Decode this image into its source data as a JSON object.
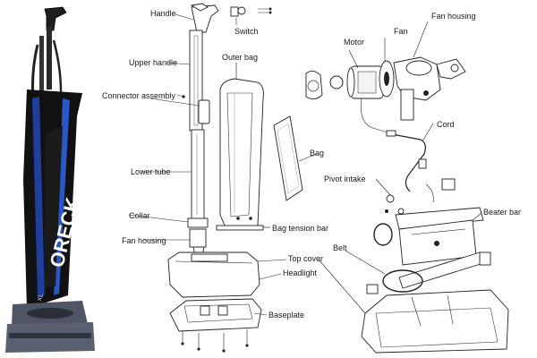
{
  "photo": {
    "brand_text": "ORECK",
    "model_text": "XL"
  },
  "labels": {
    "handle": "Handle",
    "switch": "Switch",
    "upper_handle": "Upper handle",
    "outer_bag": "Outer bag",
    "motor": "Motor",
    "fan": "Fan",
    "fan_housing_top": "Fan housing",
    "connector_assembly": "Connector assembly",
    "bag": "Bag",
    "cord": "Cord",
    "lower_tube": "Lower tube",
    "pivot_intake": "Pivot intake",
    "collar": "Collar",
    "bag_tension_bar": "Bag tension bar",
    "beater_bar": "Beater bar",
    "fan_housing_left": "Fan housing",
    "belt": "Belt",
    "top_cover": "Top cover",
    "headlight": "Headlight",
    "baseplate": "Baseplate"
  },
  "colors": {
    "bag_blue": "#1f3f9e",
    "bag_black": "#111111",
    "base_gray": "#5a6070"
  }
}
